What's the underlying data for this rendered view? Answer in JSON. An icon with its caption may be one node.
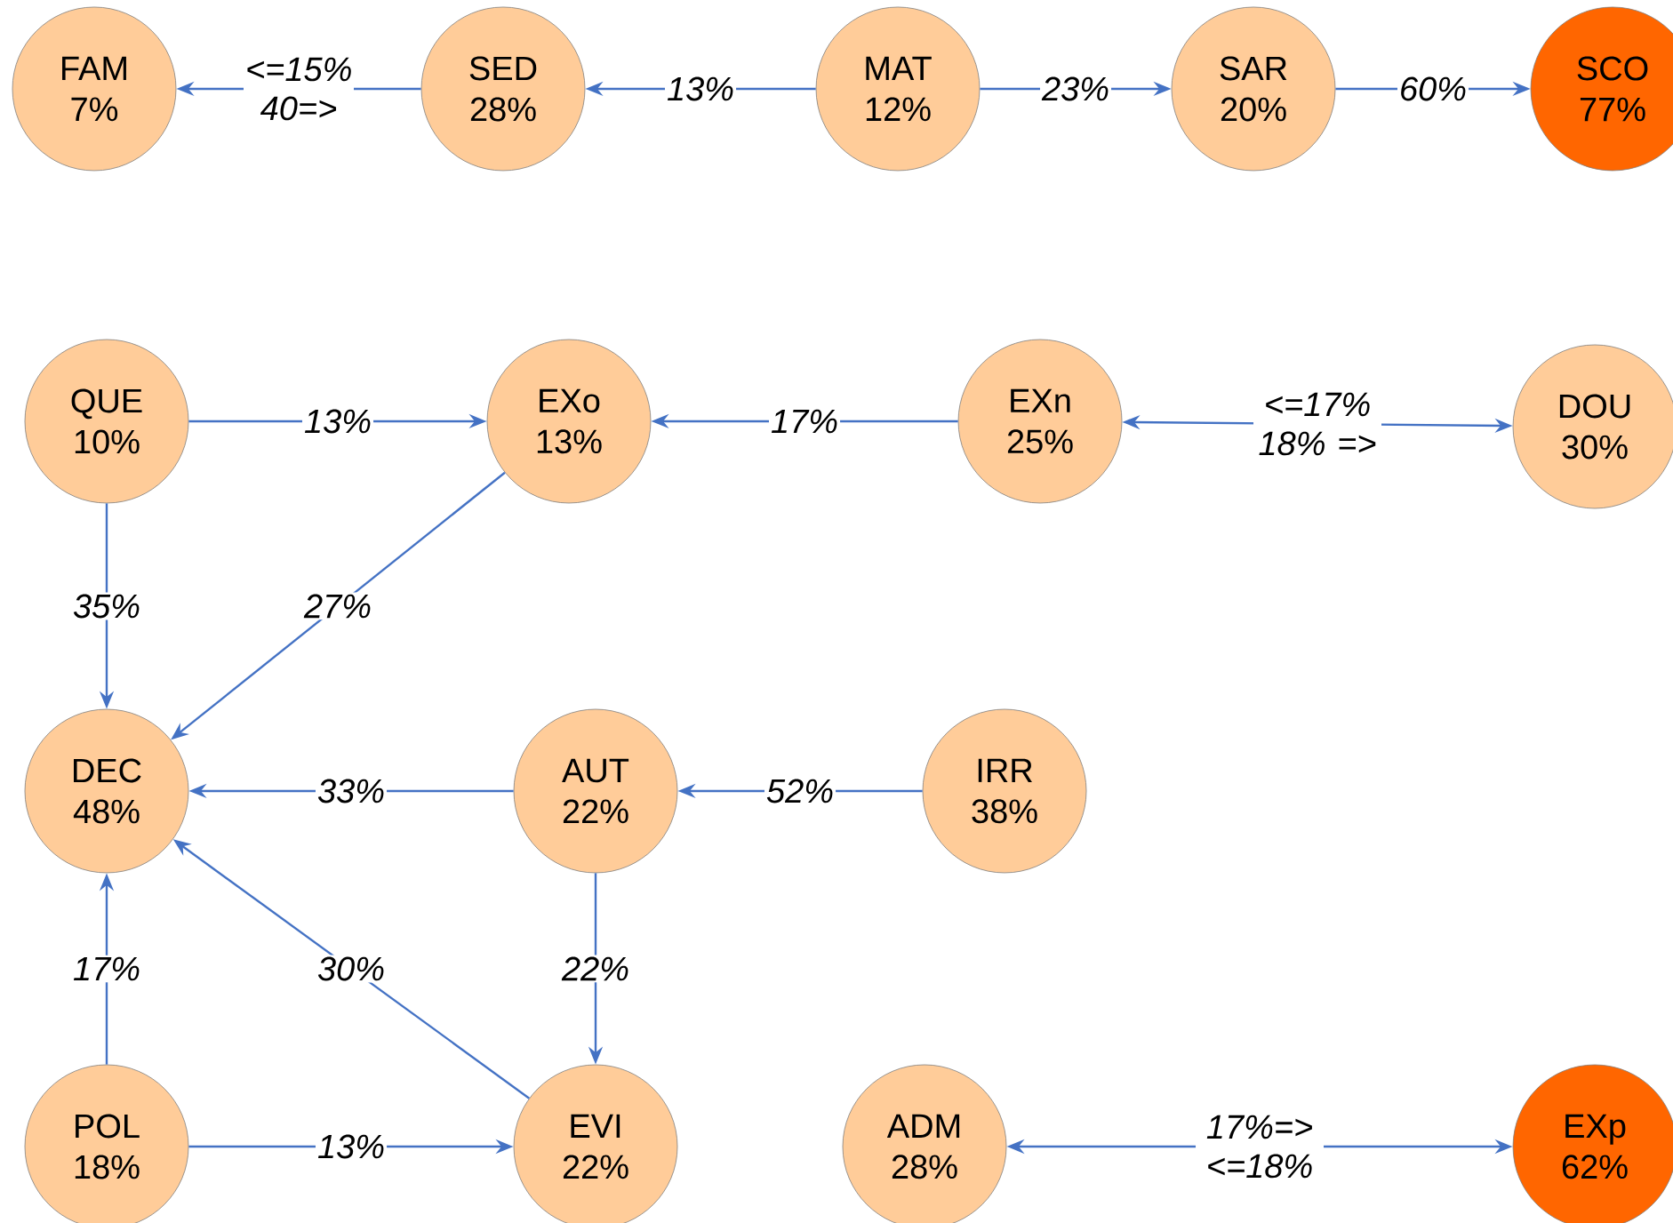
{
  "diagram": {
    "nodes": [
      {
        "text": [
          "FAM",
          "7%"
        ]
      },
      {
        "text": [
          "SED",
          "28%"
        ]
      },
      {
        "text": [
          "MAT",
          "12%"
        ]
      },
      {
        "text": [
          "SAR",
          "20%"
        ]
      },
      {
        "text": [
          "SCO",
          "77%"
        ]
      },
      {
        "text": [
          "QUE",
          "10%"
        ]
      },
      {
        "text": [
          "EXo",
          "13%"
        ]
      },
      {
        "text": [
          "EXn",
          "25%"
        ]
      },
      {
        "text": [
          "DOU",
          "30%"
        ]
      },
      {
        "text": [
          "DEC",
          "48%"
        ]
      },
      {
        "text": [
          "AUT",
          "22%"
        ]
      },
      {
        "text": [
          "IRR",
          "38%"
        ]
      },
      {
        "text": [
          "POL",
          "18%"
        ]
      },
      {
        "text": [
          "EVI",
          "22%"
        ]
      },
      {
        "text": [
          "ADM",
          "28%"
        ]
      },
      {
        "text": [
          "EXp",
          "62%"
        ]
      }
    ],
    "edges": [
      {
        "from": 1,
        "to": 0,
        "arrow": "to",
        "label": "<=15% 40=>"
      },
      {
        "from": 2,
        "to": 1,
        "arrow": "to",
        "label": "13%"
      },
      {
        "from": 2,
        "to": 3,
        "arrow": "to",
        "label": "23%"
      },
      {
        "from": 3,
        "to": 4,
        "arrow": "to",
        "label": "60%"
      },
      {
        "from": 5,
        "to": 6,
        "arrow": "to",
        "label": "13%"
      },
      {
        "from": 7,
        "to": 6,
        "arrow": "to",
        "label": "17%"
      },
      {
        "from": 7,
        "to": 8,
        "arrow": "both",
        "label": "<=17% 18% =>"
      },
      {
        "from": 5,
        "to": 9,
        "arrow": "to",
        "label": "35%"
      },
      {
        "from": 6,
        "to": 9,
        "arrow": "to",
        "label": "27%"
      },
      {
        "from": 10,
        "to": 9,
        "arrow": "to",
        "label": "33%"
      },
      {
        "from": 11,
        "to": 10,
        "arrow": "to",
        "label": "52%"
      },
      {
        "from": 13,
        "to": 9,
        "arrow": "to",
        "label": "30%"
      },
      {
        "from": 10,
        "to": 13,
        "arrow": "to",
        "label": "22%"
      },
      {
        "from": 12,
        "to": 9,
        "arrow": "to",
        "label": "17%"
      },
      {
        "from": 12,
        "to": 13,
        "arrow": "to",
        "label": "13%"
      },
      {
        "from": 14,
        "to": 15,
        "arrow": "both",
        "label": "17%=> <=18%"
      }
    ]
  }
}
